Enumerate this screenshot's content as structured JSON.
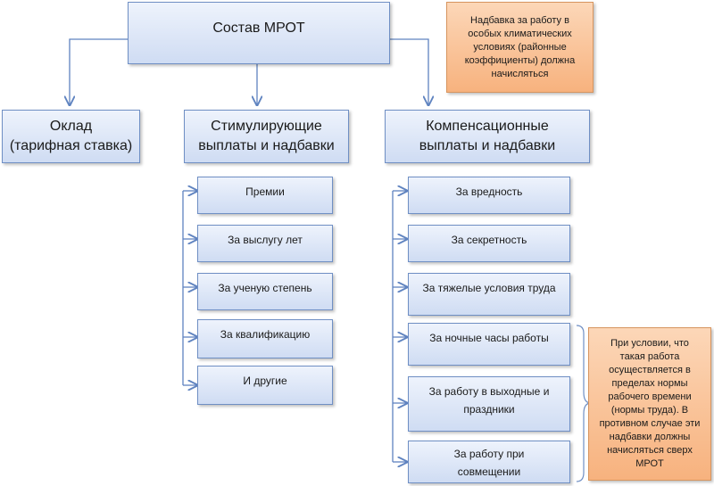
{
  "root": {
    "label": "Состав МРОТ"
  },
  "climate_note": {
    "text": "Надбавка за работу в особых климатических условиях (районные коэффициенты) должна начисляться"
  },
  "branches": {
    "salary": {
      "label_line1": "Оклад",
      "label_line2": "(тарифная ставка)"
    },
    "incentive": {
      "label_line1": "Стимулирующие",
      "label_line2": "выплаты и надбавки"
    },
    "compensation": {
      "label_line1": "Компенсационные",
      "label_line2": "выплаты и надбавки"
    }
  },
  "incentive_items": [
    "Премии",
    "За выслугу лет",
    "За ученую степень",
    "За квалификацию",
    "И другие"
  ],
  "compensation_items": [
    "За вредность",
    "За секретность",
    "За тяжелые условия труда",
    "За ночные часы работы",
    "За работу в выходные и праздники",
    "За работу при совмещении"
  ],
  "condition_note": {
    "text": "При условии, что такая работа осуществляется в пределах нормы рабочего времени (нормы труда). В противном случае эти надбавки должны начисляться сверх МРОТ"
  }
}
